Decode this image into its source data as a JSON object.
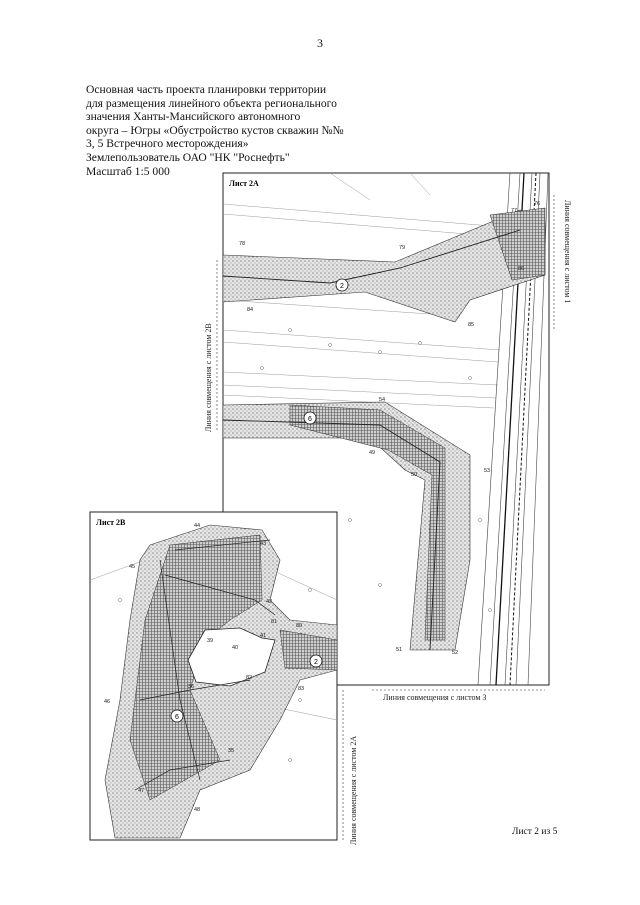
{
  "page_number": "3",
  "title_lines": [
    "Основная часть проекта планировки территории",
    "для размещения линейного объекта регионального",
    "значения Ханты-Мансийского автономного",
    "округа – Югры «Обустройство кустов скважин №№",
    "3, 5 Встречного месторождения»",
    "Землепользователь ОАО \"НК \"Роснефть\"",
    "Масштаб 1:5 000"
  ],
  "sheet_a": {
    "label": "Лист 2А",
    "left_match": "Линия совмещения с листом 2В",
    "right_match": "Линия совмещения с листом 1",
    "bottom_match": "Линия совмещения с листом 3",
    "points": [
      "76",
      "77",
      "78",
      "79",
      "2",
      "84",
      "85",
      "86",
      "54",
      "6",
      "49",
      "50",
      "53",
      "51",
      "52"
    ]
  },
  "sheet_b": {
    "label": "Лист 2В",
    "right_match": "Линия совмещения с листом 2А",
    "points": [
      "44",
      "43",
      "45",
      "42",
      "81",
      "80",
      "39",
      "40",
      "41",
      "2",
      "82",
      "36",
      "83",
      "46",
      "6",
      "35",
      "47",
      "48"
    ]
  },
  "footer": "Лист 2 из 5"
}
